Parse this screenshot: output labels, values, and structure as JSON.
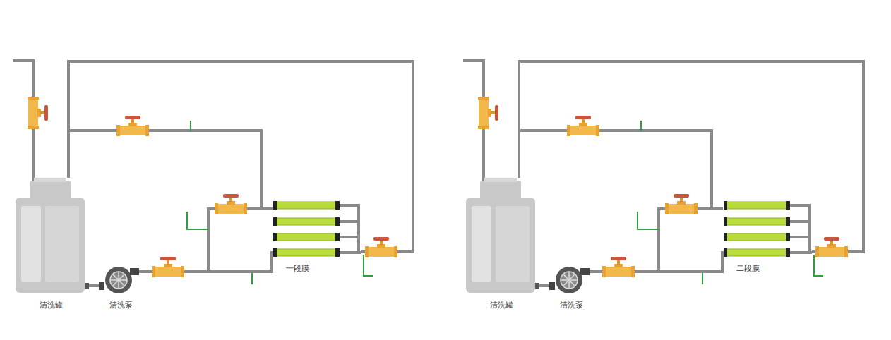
{
  "diagram": {
    "nodes": [
      {
        "text": [
          "清洗罐"
        ]
      },
      {
        "text": [
          "清洗泵"
        ]
      },
      {
        "text": [
          "一段膜"
        ]
      },
      {
        "text": [
          "清洗罐"
        ]
      },
      {
        "text": [
          "清洗泵"
        ]
      },
      {
        "text": [
          "二段膜"
        ]
      }
    ],
    "edges": [
      {
        "from": 0,
        "to": 1,
        "arrow": "none"
      },
      {
        "from": 1,
        "to": 2,
        "arrow": "none"
      },
      {
        "from": 2,
        "to": 0,
        "arrow": "none"
      },
      {
        "from": 3,
        "to": 4,
        "arrow": "none"
      },
      {
        "from": 4,
        "to": 5,
        "arrow": "none"
      },
      {
        "from": 5,
        "to": 3,
        "arrow": "none"
      }
    ]
  }
}
